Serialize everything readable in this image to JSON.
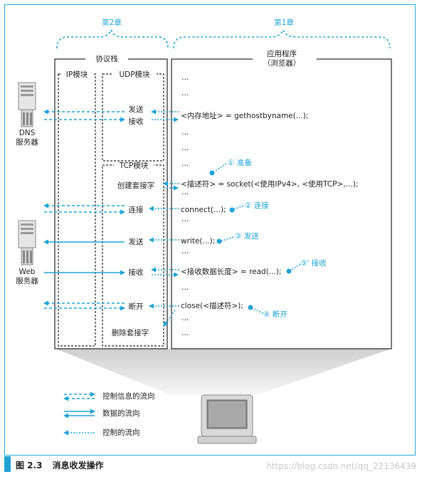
{
  "chapters": {
    "ch2": "第2章",
    "ch1": "第1章"
  },
  "protocol_stack": {
    "title": "协议栈",
    "ip_module": "IP模块",
    "udp_module": "UDP模块",
    "tcp_module": "TCP模块",
    "ops": {
      "send1": "发送",
      "recv1": "接收",
      "create_socket": "创建套接字",
      "connect": "连接",
      "send2": "发送",
      "recv2": "接收",
      "disconnect": "断开",
      "delete_socket": "删除套接字"
    }
  },
  "application": {
    "title_line1": "应用程序",
    "title_line2": "（浏览器）",
    "dots": "…",
    "gethostbyname": "<内存地址> = gethostbyname(...);",
    "socket": "<描述符> = socket(<使用IPv4>, <使用TCP>,...);",
    "connect": "connect(...);",
    "write": "write(...);",
    "read": "<接收数据长度> = read(...);",
    "close": "close(<描述符>);"
  },
  "steps": {
    "s1": "① 准备",
    "s2": "② 连接",
    "s3": "③ 发送",
    "s3p": "③' 接收",
    "s4": "④ 断开"
  },
  "servers": {
    "dns_line1": "DNS",
    "dns_line2": "服务器",
    "web_line1": "Web",
    "web_line2": "服务器"
  },
  "legend": {
    "control_info": "控制信息的流向",
    "data": "数据的流向",
    "control": "控制的流向"
  },
  "caption": {
    "figure": "图 2.3",
    "title": "消息收发操作"
  },
  "watermark": "https://blog.csdn.net/qq_22136439",
  "colors": {
    "accent": "#1fa3d6",
    "line": "#222222"
  }
}
